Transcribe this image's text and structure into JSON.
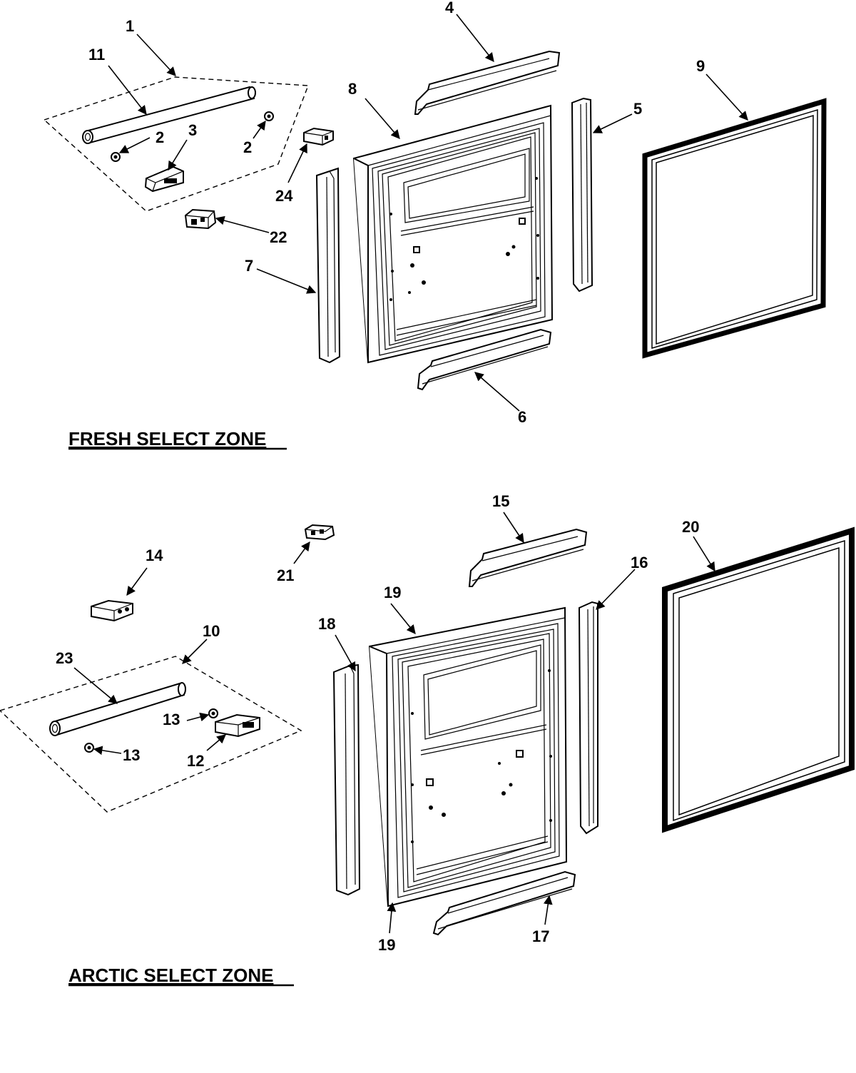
{
  "zones": [
    {
      "title": "FRESH SELECT ZONE"
    },
    {
      "title": "ARCTIC SELECT ZONE"
    }
  ],
  "callouts": {
    "c1": "1",
    "c2a": "2",
    "c2b": "2",
    "c3": "3",
    "c4": "4",
    "c5": "5",
    "c6": "6",
    "c7": "7",
    "c8": "8",
    "c9": "9",
    "c11": "11",
    "c22": "22",
    "c24": "24",
    "c10": "10",
    "c12": "12",
    "c13a": "13",
    "c13b": "13",
    "c14": "14",
    "c15": "15",
    "c16": "16",
    "c17": "17",
    "c18": "18",
    "c19a": "19",
    "c19b": "19",
    "c20": "20",
    "c21": "21",
    "c23": "23"
  }
}
